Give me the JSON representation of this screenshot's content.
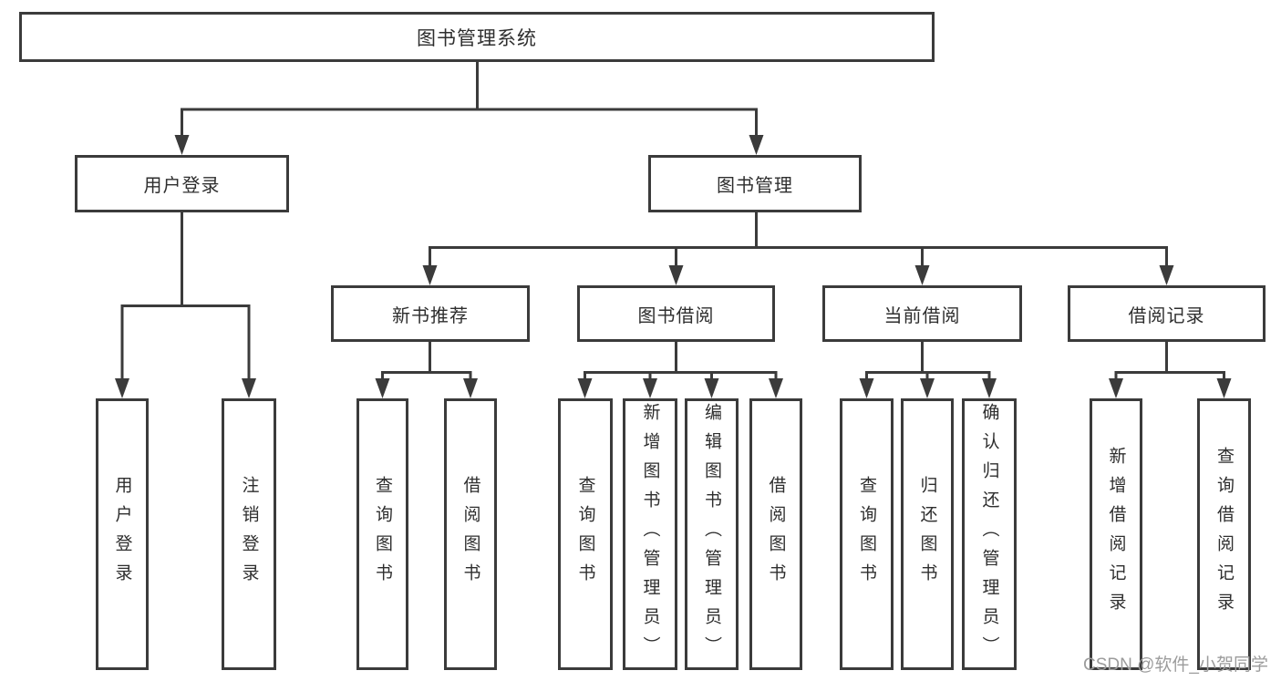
{
  "colors": {
    "line": "#3b3b3b",
    "text": "#2e2e2e",
    "watermark": "#9c9c9c",
    "background": "#ffffff"
  },
  "tree": {
    "root": "图书管理系统",
    "level2": [
      "用户登录",
      "图书管理"
    ],
    "level3": [
      "新书推荐",
      "图书借阅",
      "当前借阅",
      "借阅记录"
    ],
    "leaves": {
      "user_login": [
        "用户登录",
        "注销登录"
      ],
      "new_book": [
        "查询图书",
        "借阅图书"
      ],
      "borrow": [
        "查询图书",
        "新增图书（管理员）",
        "编辑图书（管理员）",
        "借阅图书"
      ],
      "current": [
        "查询图书",
        "归还图书",
        "确认归还（管理员）"
      ],
      "records": [
        "新增借阅记录",
        "查询借阅记录"
      ]
    }
  },
  "watermark": "CSDN @软件_小贺同学"
}
